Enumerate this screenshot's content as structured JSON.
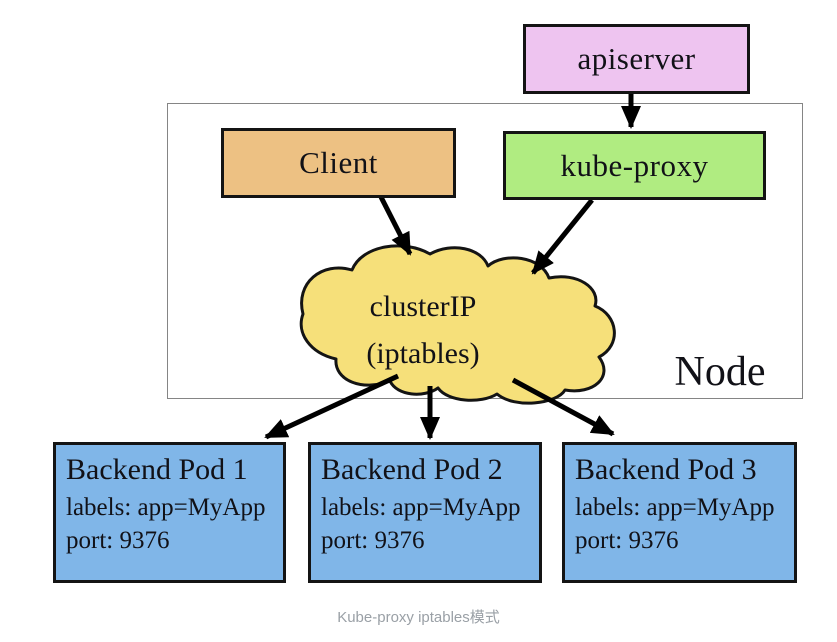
{
  "diagram": {
    "apiserver": {
      "label": "apiserver"
    },
    "client": {
      "label": "Client"
    },
    "kube_proxy": {
      "label": "kube-proxy"
    },
    "cluster_ip": {
      "line1": "clusterIP",
      "line2": "(iptables)"
    },
    "node": {
      "label": "Node"
    },
    "pods": [
      {
        "title": "Backend Pod 1",
        "labels": "labels: app=MyApp",
        "port": "port: 9376"
      },
      {
        "title": "Backend Pod 2",
        "labels": "labels: app=MyApp",
        "port": "port: 9376"
      },
      {
        "title": "Backend Pod 3",
        "labels": "labels: app=MyApp",
        "port": "port: 9376"
      }
    ],
    "caption": "Kube-proxy iptables模式",
    "colors": {
      "apiserver": "#eec4f0",
      "client": "#edc183",
      "kube_proxy": "#b0ec81",
      "cloud": "#f6e07a",
      "pod": "#80b6e8",
      "border": "#141414",
      "node_border": "#858585",
      "caption": "#9aa0a6",
      "arrow": "#000000"
    }
  }
}
